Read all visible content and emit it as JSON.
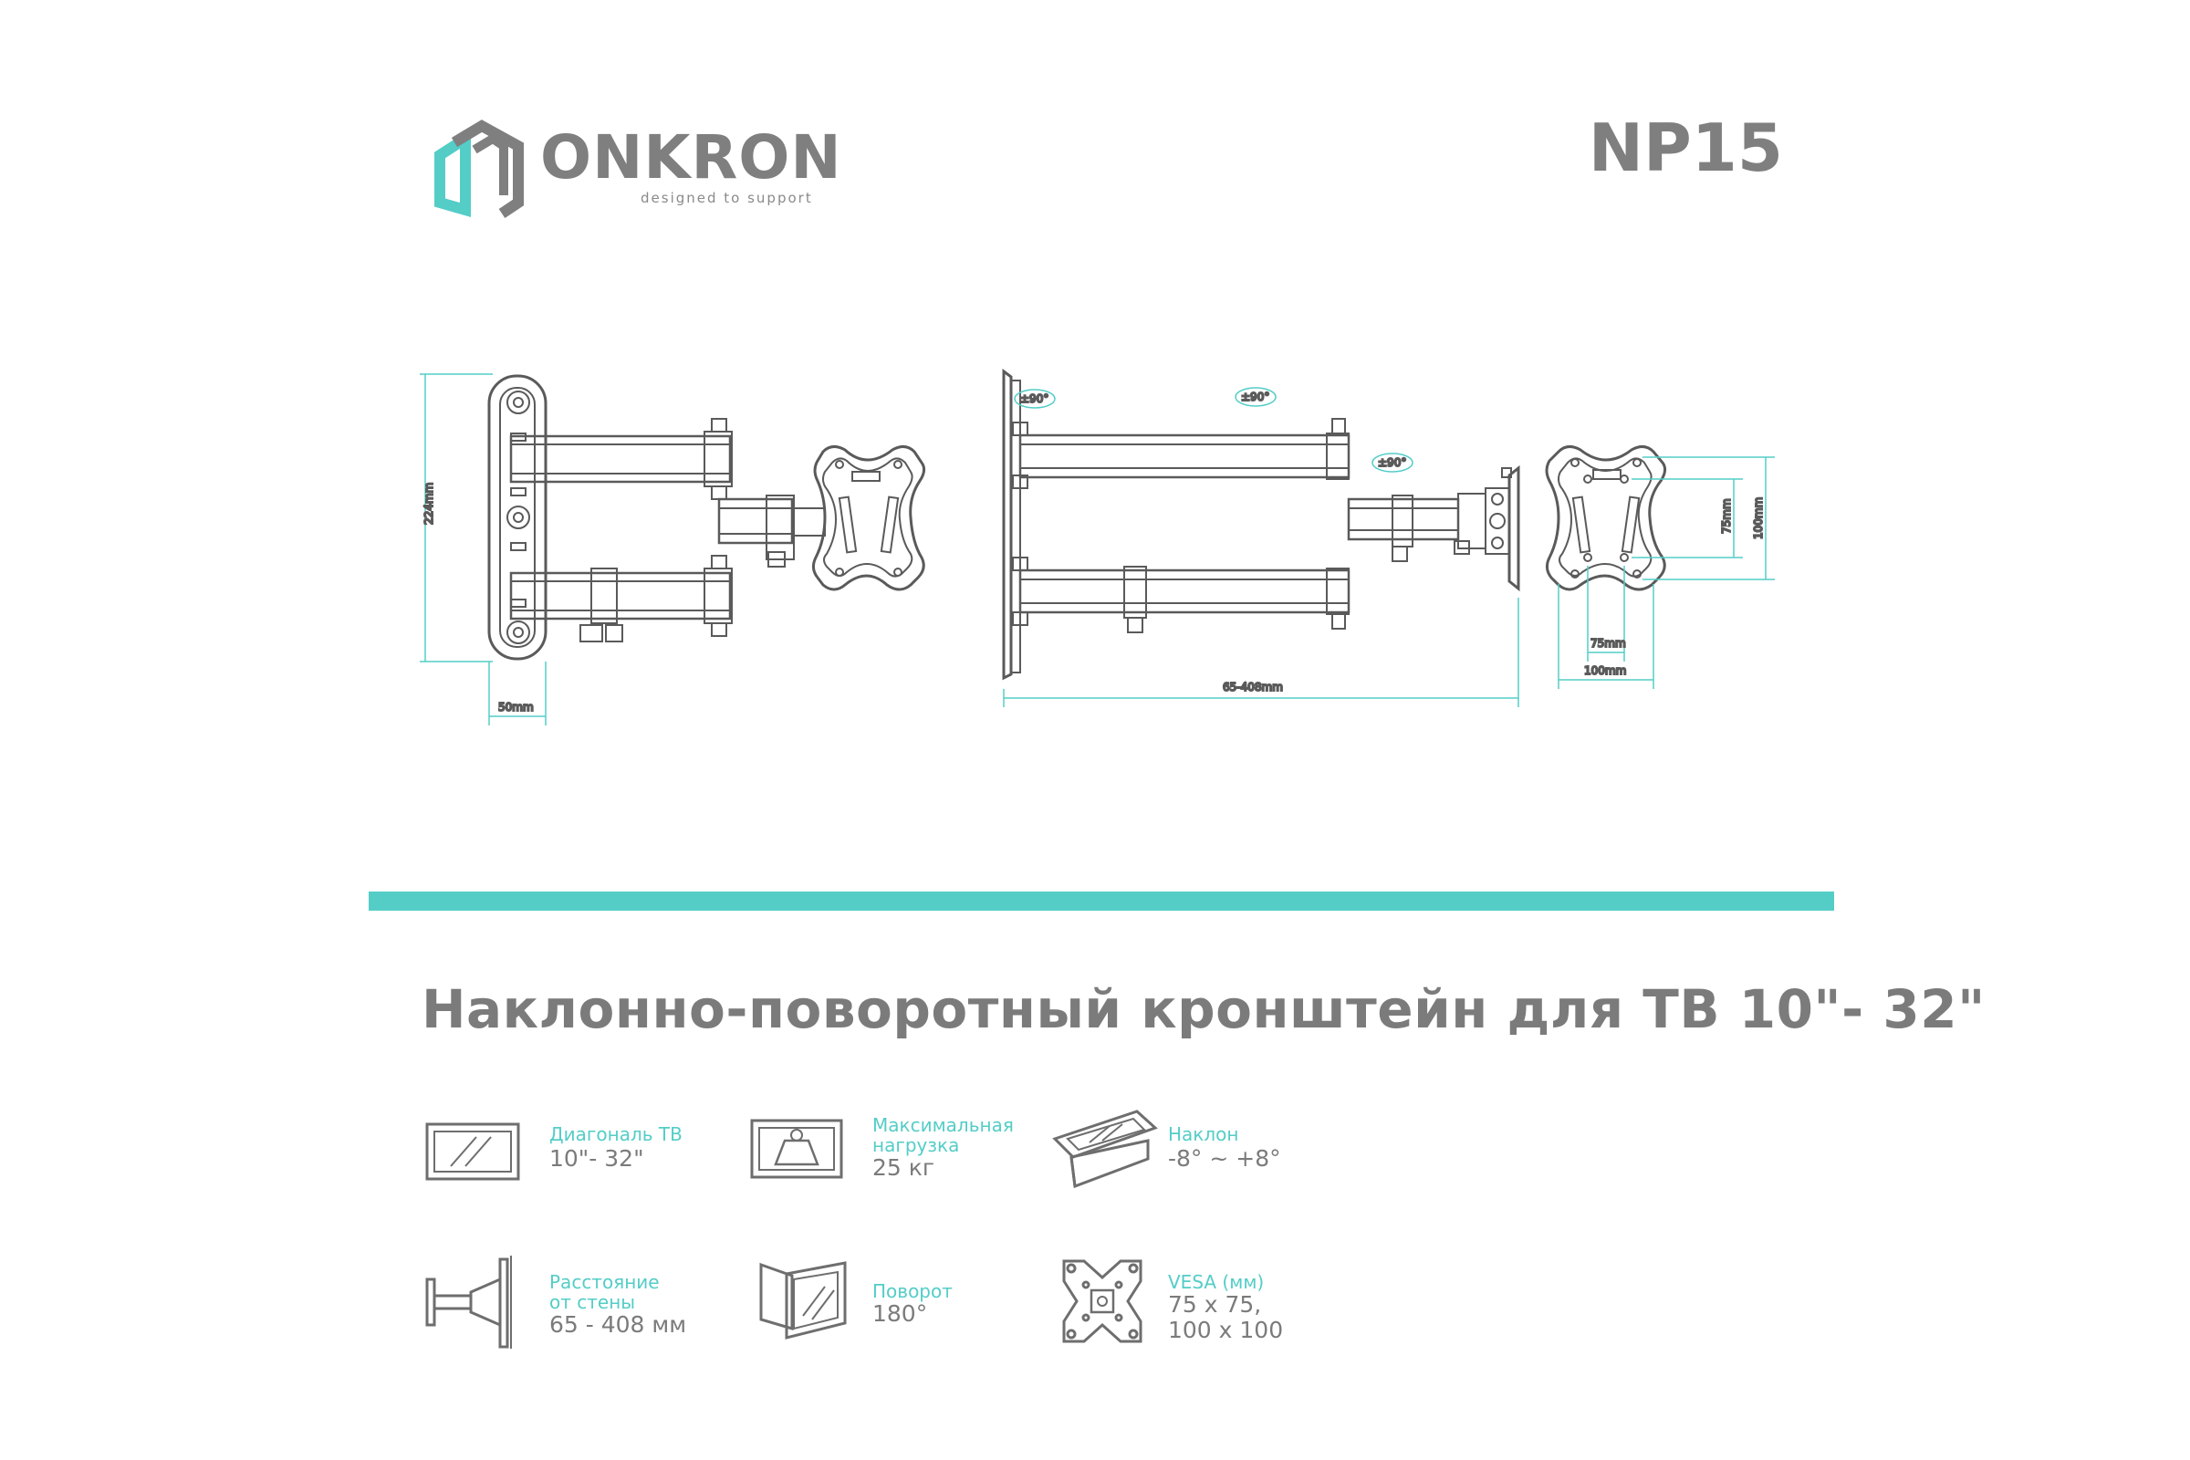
{
  "brand": {
    "name": "ONKRON",
    "tagline": "designed to support",
    "accent_color": "#54cdc7",
    "logo_icon": "cube-logo-icon"
  },
  "model": "NP15",
  "drawings": {
    "front_view": {
      "height_label": "224mm",
      "depth_label": "50mm"
    },
    "side_view": {
      "rotation_label": "±90°",
      "extension_label": "65-408mm"
    },
    "plate_view": {
      "vesa_small_label": "75mm",
      "vesa_large_label": "100mm"
    }
  },
  "title": "Наклонно-поворотный кронштейн для ТВ 10\"- 32\"",
  "specs": [
    {
      "icon": "tv-screen-icon",
      "label": "Диагональ ТВ",
      "value": "10\"- 32\""
    },
    {
      "icon": "weight-icon",
      "label": "Максимальная\nнагрузка",
      "value": "25 кг"
    },
    {
      "icon": "tilt-icon",
      "label": "Наклон",
      "value": "-8° ~ +8°"
    },
    {
      "icon": "wall-distance-icon",
      "label": "Расстояние\nот стены",
      "value": "65 - 408 мм"
    },
    {
      "icon": "swivel-icon",
      "label": "Поворот",
      "value": "180°"
    },
    {
      "icon": "vesa-plate-icon",
      "label": "VESA (мм)",
      "value": "75 x 75,\n100 x 100"
    }
  ]
}
